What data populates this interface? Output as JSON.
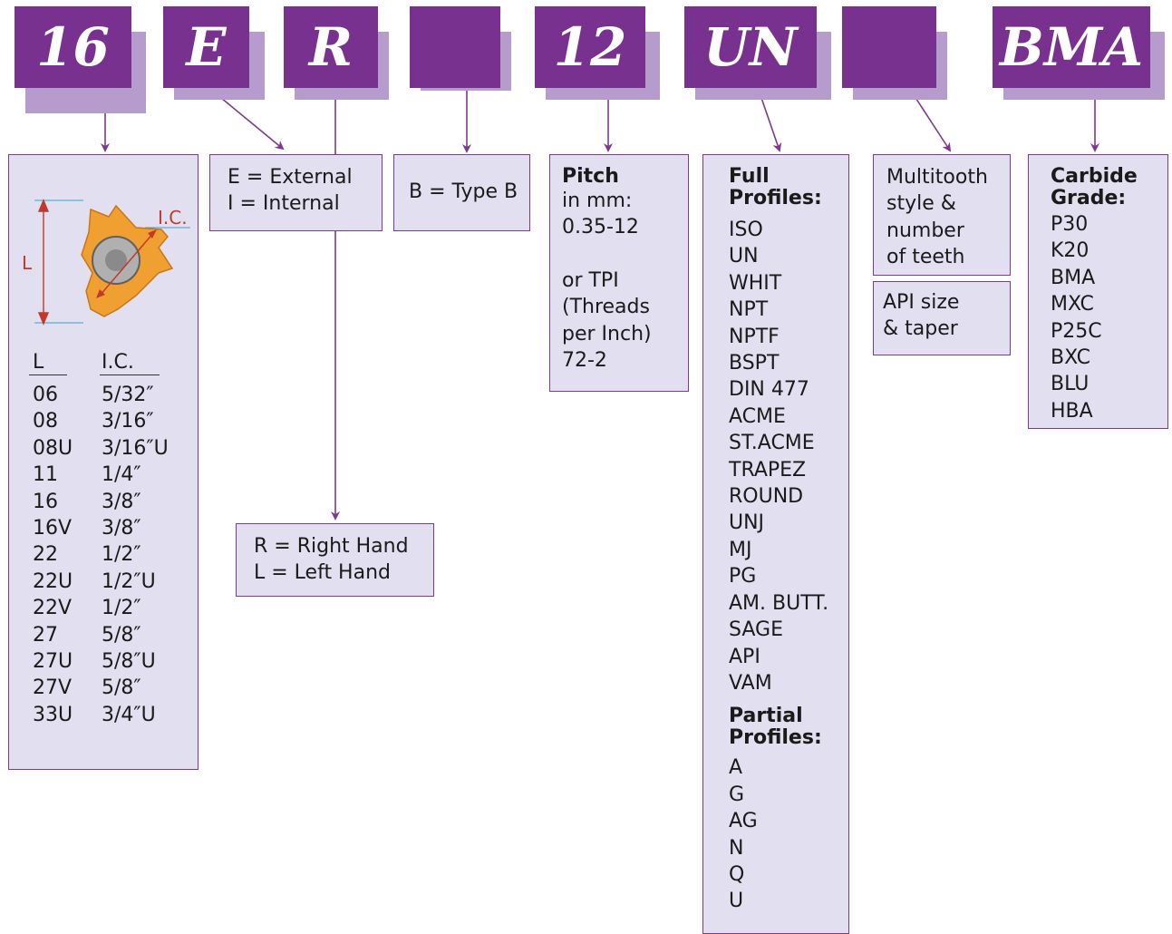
{
  "codes": [
    "16",
    "E",
    "R",
    "",
    "12",
    "UN",
    "",
    "BMA"
  ],
  "size_box": {
    "diagram_labels": {
      "l": "L",
      "ic": "I.C."
    },
    "col_headers": [
      "L",
      "I.C."
    ],
    "rows": [
      [
        "06",
        "5/32″"
      ],
      [
        "08",
        "3/16″"
      ],
      [
        "08U",
        "3/16″U"
      ],
      [
        "11",
        "1/4″"
      ],
      [
        "16",
        "3/8″"
      ],
      [
        "16V",
        "3/8″"
      ],
      [
        "22",
        "1/2″"
      ],
      [
        "22U",
        "1/2″U"
      ],
      [
        "22V",
        "1/2″"
      ],
      [
        "27",
        "5/8″"
      ],
      [
        "27U",
        "5/8″U"
      ],
      [
        "27V",
        "5/8″"
      ],
      [
        "33U",
        "3/4″U"
      ]
    ]
  },
  "ei_box": [
    "E = External",
    "I = Internal"
  ],
  "rl_box": [
    "R = Right Hand",
    "L = Left Hand"
  ],
  "type_box": "B = Type B",
  "pitch_box": {
    "title": "Pitch",
    "lines": [
      "in mm:",
      "0.35-12",
      "",
      "or TPI",
      "(Threads",
      "per Inch)",
      "72-2"
    ]
  },
  "profile_box": {
    "full_title": [
      "Full",
      "Profiles:"
    ],
    "full": [
      "ISO",
      "UN",
      "WHIT",
      "NPT",
      "NPTF",
      "BSPT",
      "DIN 477",
      "ACME",
      "ST.ACME",
      "TRAPEZ",
      "ROUND",
      "UNJ",
      "MJ",
      "PG",
      "AM. BUTT.",
      "SAGE",
      "API",
      "VAM"
    ],
    "partial_title": [
      "Partial",
      "Profiles:"
    ],
    "partial": [
      "A",
      "G",
      "AG",
      "N",
      "Q",
      "U"
    ]
  },
  "multitooth_box": [
    "Multitooth",
    "style &",
    "number",
    "of teeth"
  ],
  "api_box": [
    "API size",
    "& taper"
  ],
  "grade_box": {
    "title": [
      "Carbide",
      "Grade:"
    ],
    "grades": [
      "P30",
      "K20",
      "BMA",
      "MXC",
      "P25C",
      "BXC",
      "BLU",
      "HBA"
    ]
  },
  "colors": {
    "code_fill": "#78318f",
    "code_shadow": "#b59ccc",
    "box_fill": "#e2e0f0",
    "arrow": "#7b3a8c",
    "insert": "#f0a030"
  }
}
